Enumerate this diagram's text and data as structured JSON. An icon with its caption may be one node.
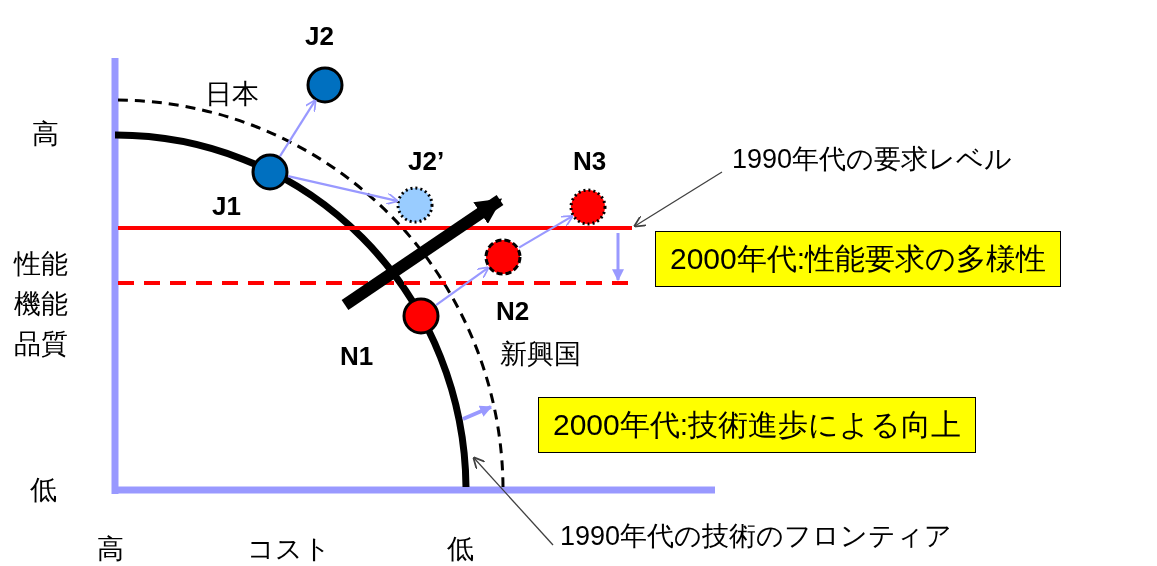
{
  "diagram": {
    "nodes": [
      {
        "text": [
          "J2"
        ]
      },
      {
        "text": [
          "J1"
        ]
      },
      {
        "text": [
          "J2’"
        ]
      },
      {
        "text": [
          "N3"
        ]
      },
      {
        "text": [
          "N2"
        ]
      },
      {
        "text": [
          "N1"
        ]
      },
      {
        "text": [
          "1990年代の要求レベル"
        ]
      },
      {
        "text": [],
        "shape": "line"
      },
      {
        "text": [
          "2000年代:性能要求の多様性"
        ]
      },
      {
        "text": [
          "2000年代:技術進歩による向上"
        ]
      },
      {
        "text": [
          "1990年代の技術のフロンティア"
        ]
      }
    ],
    "edges": [
      {
        "from": 1,
        "to": 0,
        "arrow": "to"
      },
      {
        "from": 1,
        "to": 2,
        "arrow": "to"
      },
      {
        "from": 5,
        "to": 4,
        "arrow": "to"
      },
      {
        "from": 4,
        "to": 3,
        "arrow": "to"
      },
      {
        "from": 6,
        "to": 7,
        "arrow": "to",
        "color": "#404040"
      },
      {
        "from": 10,
        "to": null,
        "arrow": "to",
        "color": "#404040"
      }
    ],
    "labels": [
      "高",
      "日本",
      "性能機能品質",
      "新興国",
      "低",
      "高",
      "コスト",
      "低"
    ]
  }
}
